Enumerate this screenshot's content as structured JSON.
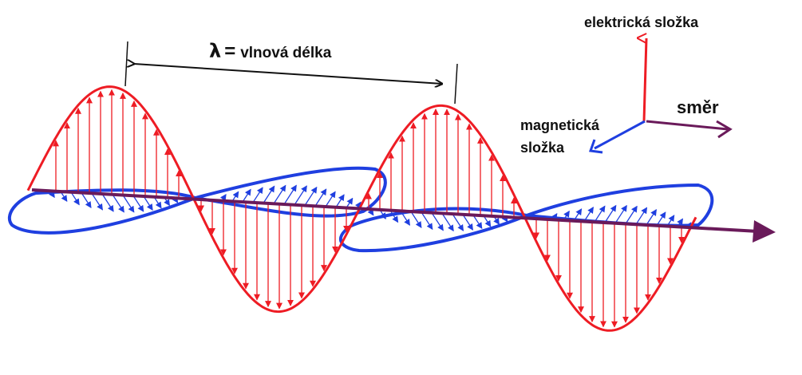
{
  "labels": {
    "lambda_symbol": "λ",
    "lambda_equals": "=",
    "wavelength": "vlnová délka",
    "electric_component": "elektrická složka",
    "magnetic_line1": "magnetická",
    "magnetic_line2": "složka",
    "direction": "směr"
  },
  "colors": {
    "electric": "#ee1c24",
    "magnetic": "#1f3fe0",
    "direction": "#6a1a5a",
    "annotation": "#111111"
  },
  "icons": {
    "wavelength_arrow": "double-headed-arrow",
    "axis_arrow": "arrow-right"
  }
}
